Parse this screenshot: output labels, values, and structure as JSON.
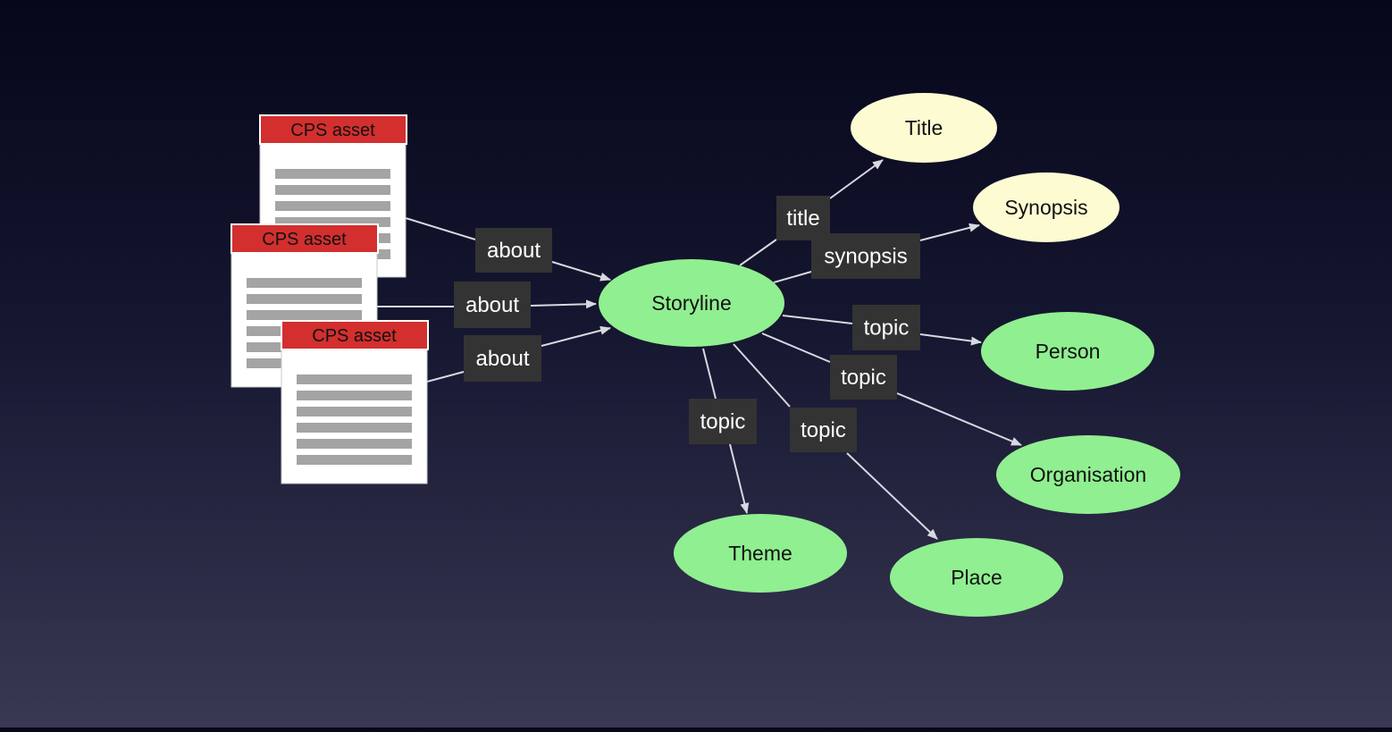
{
  "diagram": {
    "colors": {
      "background_top": "#06071a",
      "background_bottom": "#3a3953",
      "entity_fill": "#90ef90",
      "literal_fill": "#fdfbd2",
      "edge_label_bg": "#333333",
      "edge_color": "#d8d8e0",
      "asset_header": "#d32f2f",
      "asset_body": "#ffffff",
      "asset_lines": "#a4a4a4"
    },
    "assets": [
      {
        "id": "asset1",
        "label": "CPS asset"
      },
      {
        "id": "asset2",
        "label": "CPS asset"
      },
      {
        "id": "asset3",
        "label": "CPS asset"
      }
    ],
    "nodes": {
      "storyline": {
        "label": "Storyline",
        "kind": "entity"
      },
      "title": {
        "label": "Title",
        "kind": "literal"
      },
      "synopsis": {
        "label": "Synopsis",
        "kind": "literal"
      },
      "person": {
        "label": "Person",
        "kind": "entity"
      },
      "organisation": {
        "label": "Organisation",
        "kind": "entity"
      },
      "theme": {
        "label": "Theme",
        "kind": "entity"
      },
      "place": {
        "label": "Place",
        "kind": "entity"
      }
    },
    "edges": [
      {
        "id": "e_about1",
        "from": "asset1",
        "to": "storyline",
        "label": "about"
      },
      {
        "id": "e_about2",
        "from": "asset2",
        "to": "storyline",
        "label": "about"
      },
      {
        "id": "e_about3",
        "from": "asset3",
        "to": "storyline",
        "label": "about"
      },
      {
        "id": "e_title",
        "from": "storyline",
        "to": "title",
        "label": "title"
      },
      {
        "id": "e_synopsis",
        "from": "storyline",
        "to": "synopsis",
        "label": "synopsis"
      },
      {
        "id": "e_topic_person",
        "from": "storyline",
        "to": "person",
        "label": "topic"
      },
      {
        "id": "e_topic_org",
        "from": "storyline",
        "to": "organisation",
        "label": "topic"
      },
      {
        "id": "e_topic_theme",
        "from": "storyline",
        "to": "theme",
        "label": "topic"
      },
      {
        "id": "e_topic_place",
        "from": "storyline",
        "to": "place",
        "label": "topic"
      }
    ]
  }
}
